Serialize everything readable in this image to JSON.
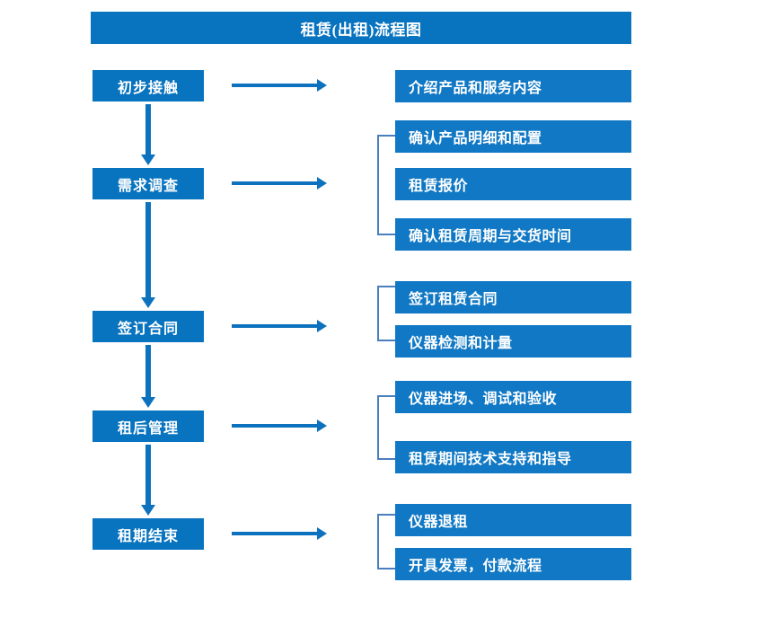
{
  "title": "租赁(出租)流程图",
  "accent_colors": {
    "title_bar": "#0873BF",
    "stage_box": "#0873BF",
    "detail_box": "#1078C4",
    "arrow": "#0D72BD",
    "bracket": "#4A7FBD",
    "text": "#FFFFFF",
    "background": "#FFFFFF"
  },
  "stages": [
    {
      "label": "初步接触"
    },
    {
      "label": "需求调查"
    },
    {
      "label": "签订合同"
    },
    {
      "label": "租后管理"
    },
    {
      "label": "租期结束"
    }
  ],
  "details": [
    {
      "label": "介绍产品和服务内容"
    },
    {
      "label": "确认产品明细和配置"
    },
    {
      "label": "租赁报价"
    },
    {
      "label": "确认租赁周期与交货时间"
    },
    {
      "label": "签订租赁合同"
    },
    {
      "label": "仪器检测和计量"
    },
    {
      "label": "仪器进场、调试和验收"
    },
    {
      "label": "租赁期间技术支持和指导"
    },
    {
      "label": "仪器退租"
    },
    {
      "label": "开具发票，付款流程"
    }
  ],
  "chart_data": {
    "type": "diagram",
    "title": "租赁(出租)流程图",
    "orientation": "vertical-left-spine",
    "nodes": [
      {
        "stage": "初步接触",
        "outputs": [
          "介绍产品和服务内容"
        ]
      },
      {
        "stage": "需求调查",
        "outputs": [
          "确认产品明细和配置",
          "租赁报价",
          "确认租赁周期与交货时间"
        ]
      },
      {
        "stage": "签订合同",
        "outputs": [
          "签订租赁合同",
          "仪器检测和计量"
        ]
      },
      {
        "stage": "租后管理",
        "outputs": [
          "仪器进场、调试和验收",
          "租赁期间技术支持和指导"
        ]
      },
      {
        "stage": "租期结束",
        "outputs": [
          "仪器退租",
          "开具发票，付款流程"
        ]
      }
    ],
    "edges": [
      {
        "from": "初步接触",
        "to": "需求调查",
        "kind": "vertical-arrow"
      },
      {
        "from": "需求调查",
        "to": "签订合同",
        "kind": "vertical-arrow"
      },
      {
        "from": "签订合同",
        "to": "租后管理",
        "kind": "vertical-arrow"
      },
      {
        "from": "租后管理",
        "to": "租期结束",
        "kind": "vertical-arrow"
      }
    ]
  }
}
